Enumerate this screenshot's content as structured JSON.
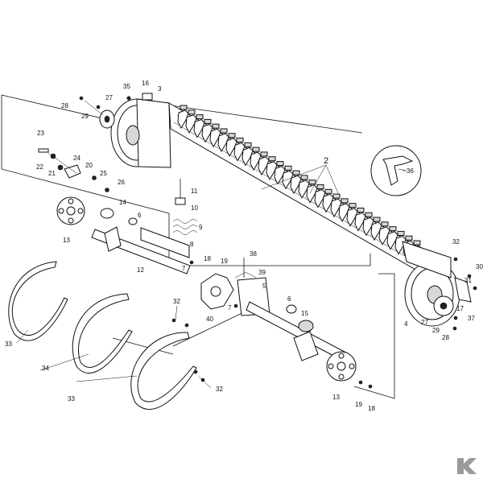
{
  "diagram": {
    "callouts": [
      {
        "id": "c35",
        "text": "35"
      },
      {
        "id": "c16",
        "text": "16"
      },
      {
        "id": "c3",
        "text": "3"
      },
      {
        "id": "c27a",
        "text": "27"
      },
      {
        "id": "c28a",
        "text": "28"
      },
      {
        "id": "c29a",
        "text": "29"
      },
      {
        "id": "c23",
        "text": "23"
      },
      {
        "id": "c22",
        "text": "22"
      },
      {
        "id": "c24",
        "text": "24"
      },
      {
        "id": "c21",
        "text": "21"
      },
      {
        "id": "c20",
        "text": "20"
      },
      {
        "id": "c25",
        "text": "25"
      },
      {
        "id": "c26",
        "text": "26"
      },
      {
        "id": "c2",
        "text": "2"
      },
      {
        "id": "c36",
        "text": "36"
      },
      {
        "id": "c11",
        "text": "11"
      },
      {
        "id": "c10",
        "text": "10"
      },
      {
        "id": "c9",
        "text": "9"
      },
      {
        "id": "c8",
        "text": "8"
      },
      {
        "id": "c14",
        "text": "14"
      },
      {
        "id": "c6a",
        "text": "6"
      },
      {
        "id": "c13a",
        "text": "13"
      },
      {
        "id": "c12",
        "text": "12"
      },
      {
        "id": "c7a",
        "text": "7"
      },
      {
        "id": "c18a",
        "text": "18"
      },
      {
        "id": "c19a",
        "text": "19"
      },
      {
        "id": "c38",
        "text": "38"
      },
      {
        "id": "c39",
        "text": "39"
      },
      {
        "id": "c5",
        "text": "5"
      },
      {
        "id": "c7b",
        "text": "7"
      },
      {
        "id": "c40",
        "text": "40"
      },
      {
        "id": "c32a",
        "text": "32"
      },
      {
        "id": "c32b",
        "text": "32"
      },
      {
        "id": "c32c",
        "text": "32"
      },
      {
        "id": "c30",
        "text": "30"
      },
      {
        "id": "c31",
        "text": "31"
      },
      {
        "id": "c4",
        "text": "4"
      },
      {
        "id": "c17",
        "text": "17"
      },
      {
        "id": "c27b",
        "text": "27"
      },
      {
        "id": "c29b",
        "text": "29"
      },
      {
        "id": "c28b",
        "text": "28"
      },
      {
        "id": "c37",
        "text": "37"
      },
      {
        "id": "c6b",
        "text": "6"
      },
      {
        "id": "c15",
        "text": "15"
      },
      {
        "id": "c13b",
        "text": "13"
      },
      {
        "id": "c19b",
        "text": "19"
      },
      {
        "id": "c18b",
        "text": "18"
      },
      {
        "id": "c33a",
        "text": "33"
      },
      {
        "id": "c34",
        "text": "34"
      },
      {
        "id": "c33b",
        "text": "33"
      }
    ]
  },
  "logo": {
    "icon": "brand-logo-icon"
  }
}
